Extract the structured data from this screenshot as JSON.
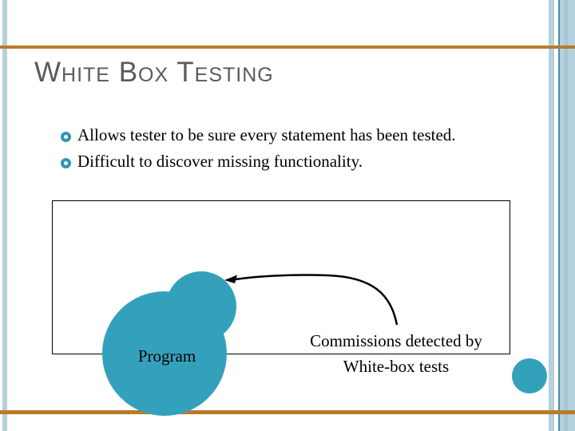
{
  "slide": {
    "title": "White Box Testing",
    "bullets": [
      "Allows tester to be sure every statement has been tested.",
      "Difficult to discover missing functionality."
    ],
    "diagram": {
      "program_label": "Program",
      "caption_line1": "Commissions detected by",
      "caption_line2": "White-box tests"
    },
    "colors": {
      "teal": "#34a1bc",
      "bullet_ring": "#2d96b2",
      "orange": "#b97b28",
      "title_gray": "#5a5a5a",
      "stripe_light": "#b6d0dc",
      "stripe_medium": "#a5c6d3",
      "stripe_dark": "#4d8ca4"
    }
  }
}
